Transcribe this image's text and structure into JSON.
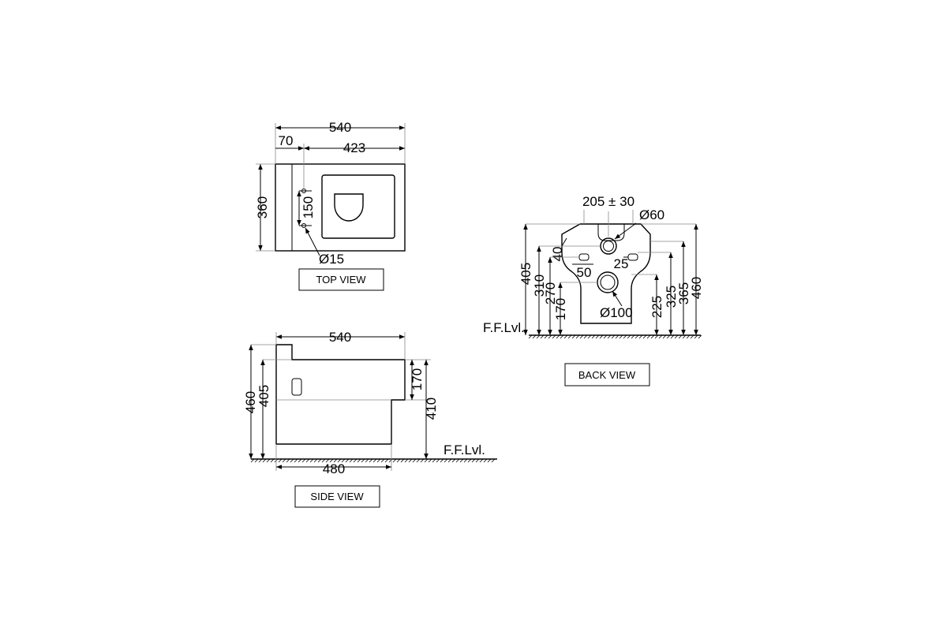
{
  "top_view": {
    "label": "TOP VIEW",
    "dim_width": "540",
    "dim_inset": "70",
    "dim_bowl": "423",
    "dim_depth": "360",
    "dim_hole_spacing": "150",
    "dim_hole_diameter": "Ø15"
  },
  "side_view": {
    "label": "SIDE VIEW",
    "dim_width": "540",
    "dim_height": "460",
    "dim_height2": "405",
    "dim_step": "170",
    "dim_rim": "410",
    "dim_base": "480",
    "floor_label": "F.F.Lvl."
  },
  "back_view": {
    "label": "BACK VIEW",
    "dim_spacing": "205 ± 30",
    "dim_inlet": "Ø60",
    "dim_outlet": "Ø100",
    "dim_40": "40",
    "dim_50": "50",
    "dim_25": "25",
    "dim_405": "405",
    "dim_310": "310",
    "dim_270": "270",
    "dim_170": "170",
    "dim_225": "225",
    "dim_325": "325",
    "dim_365": "365",
    "dim_460": "460",
    "floor_label": "F.F.Lvl."
  }
}
